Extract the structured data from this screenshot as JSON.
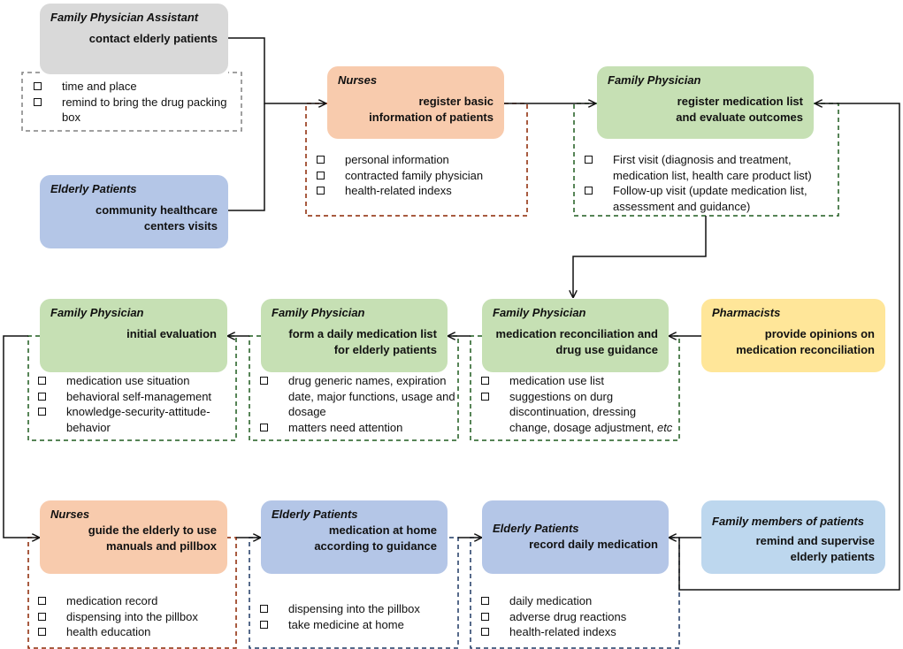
{
  "assistant_box": {
    "role": "Family Physician Assistant",
    "task": "contact elderly patients",
    "items": [
      "time and place",
      "remind to bring the drug packing box"
    ]
  },
  "elderly_visit_box": {
    "role": "Elderly Patients",
    "task": "community healthcare centers visits"
  },
  "nurses_register_box": {
    "role": "Nurses",
    "task": "register basic information of patients",
    "items": [
      "personal information",
      "contracted family physician",
      "health-related indexs"
    ]
  },
  "physician_register_box": {
    "role": "Family Physician",
    "task": "register medication list and evaluate outcomes",
    "items": [
      "First visit (diagnosis and treatment, medication list, health care product list)",
      "Follow-up visit (update medication list, assessment and guidance)"
    ]
  },
  "physician_eval_box": {
    "role": "Family Physician",
    "task": "initial evaluation",
    "items": [
      "medication use situation",
      "behavioral self-management",
      "knowledge-security-attitude-behavior"
    ]
  },
  "physician_list_box": {
    "role": "Family Physician",
    "task": "form a daily medication list for elderly patients",
    "items": [
      "drug generic names, expiration date, major functions, usage and dosage",
      "matters need attention"
    ]
  },
  "physician_reconcile_box": {
    "role": "Family Physician",
    "task": "medication reconciliation and drug use guidance",
    "items": [
      "medication use list",
      "suggestions on durg discontinuation, dressing change, dosage adjustment,"
    ],
    "item_suffix": "etc"
  },
  "pharmacists_box": {
    "role": "Pharmacists",
    "task": "provide opinions on medication reconciliation"
  },
  "nurses_guide_box": {
    "role": "Nurses",
    "task": "guide the elderly to use manuals and pillbox",
    "items": [
      "medication record",
      "dispensing into the pillbox",
      "health education"
    ]
  },
  "elderly_home_box": {
    "role": "Elderly Patients",
    "task": "medication at home according to guidance",
    "items": [
      "dispensing into the pillbox",
      "take medicine at home"
    ]
  },
  "elderly_record_box": {
    "role": "Elderly Patients",
    "task": "record daily medication",
    "items": [
      "daily medication",
      "adverse drug reactions",
      "health-related indexs"
    ]
  },
  "family_box": {
    "role": "Family members of patients",
    "task": "remind and supervise elderly patients"
  },
  "colors": {
    "gray": "#d9d9d9",
    "orange": "#f8cbad",
    "green": "#c6e0b4",
    "blue": "#b4c6e7",
    "yellow": "#ffe699",
    "light_blue": "#bdd7ee",
    "dash_gray": "#808080",
    "dash_red": "#8b2500",
    "dash_green": "#1e5c1e",
    "dash_blue": "#1f3864"
  }
}
